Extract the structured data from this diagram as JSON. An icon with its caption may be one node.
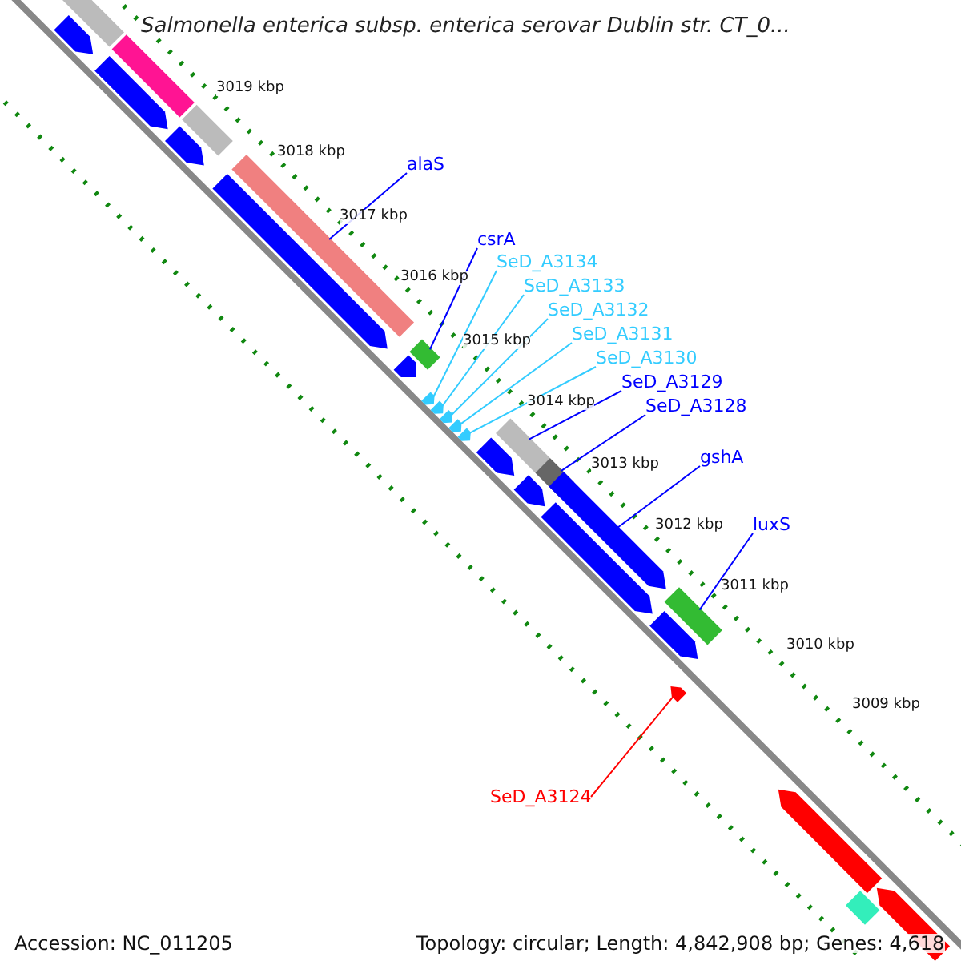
{
  "diagram": {
    "title": "Salmonella enterica subsp. enterica serovar Dublin str. CT_0...",
    "nodes": [
      {
        "text": [
          "alaS"
        ]
      },
      {
        "text": [
          "csrA"
        ]
      },
      {
        "text": [
          "SeD_A3134"
        ]
      },
      {
        "text": [
          "SeD_A3133"
        ]
      },
      {
        "text": [
          "SeD_A3132"
        ]
      },
      {
        "text": [
          "SeD_A3131"
        ]
      },
      {
        "text": [
          "SeD_A3130"
        ]
      },
      {
        "text": [
          "SeD_A3129"
        ]
      },
      {
        "text": [
          "SeD_A3128"
        ]
      },
      {
        "text": [
          "gshA"
        ]
      },
      {
        "text": [
          "luxS"
        ]
      },
      {
        "text": [
          "SeD_A3124"
        ]
      },
      {
        "text": [],
        "shape": "bar"
      },
      {
        "text": [],
        "shape": "bar"
      },
      {
        "text": [],
        "shape": "bar"
      },
      {
        "text": [],
        "shape": "bar"
      },
      {
        "text": [],
        "shape": "bar"
      },
      {
        "text": [],
        "shape": "bar"
      },
      {
        "text": [],
        "shape": "bar"
      },
      {
        "text": [],
        "shape": "bar"
      },
      {
        "text": [],
        "shape": "bar"
      },
      {
        "text": [],
        "shape": "bar"
      },
      {
        "text": [],
        "shape": "bar"
      },
      {
        "text": [],
        "shape": "bar"
      },
      {
        "text": [],
        "shape": "bar"
      },
      {
        "text": [],
        "shape": "bar"
      },
      {
        "text": [],
        "shape": "bar"
      },
      {
        "text": [],
        "shape": "bar"
      },
      {
        "text": [],
        "shape": "bar"
      },
      {
        "text": [],
        "shape": "bar"
      },
      {
        "text": [],
        "shape": "bar"
      },
      {
        "text": [],
        "shape": "bar"
      },
      {
        "text": [],
        "shape": "bar"
      },
      {
        "text": [],
        "shape": "bar"
      },
      {
        "text": [],
        "shape": "bar"
      },
      {
        "text": [],
        "shape": "bar"
      },
      {
        "text": [],
        "shape": "bar"
      },
      {
        "text": [],
        "shape": "bar"
      },
      {
        "text": [],
        "shape": "bar"
      }
    ],
    "edges": [
      {
        "from": 0,
        "to": 12,
        "arrow": "none"
      },
      {
        "from": 1,
        "to": 13,
        "arrow": "none"
      },
      {
        "from": 2,
        "to": 14,
        "arrow": "none",
        "color": "#33ccff"
      },
      {
        "from": 3,
        "to": 15,
        "arrow": "none",
        "color": "#33ccff"
      },
      {
        "from": 4,
        "to": 16,
        "arrow": "none",
        "color": "#33ccff"
      },
      {
        "from": 5,
        "to": 17,
        "arrow": "none",
        "color": "#33ccff"
      },
      {
        "from": 6,
        "to": 18,
        "arrow": "none",
        "color": "#33ccff"
      },
      {
        "from": 7,
        "to": 19,
        "arrow": "none"
      },
      {
        "from": 8,
        "to": 20,
        "arrow": "none"
      },
      {
        "from": 9,
        "to": 21,
        "arrow": "none"
      },
      {
        "from": 10,
        "to": 22,
        "arrow": "none"
      },
      {
        "from": 11,
        "to": 23,
        "arrow": "none",
        "color": "#ff0000"
      }
    ],
    "labels": [
      "3019 kbp",
      "3018 kbp",
      "3017 kbp",
      "3016 kbp",
      "3015 kbp",
      "3014 kbp",
      "3013 kbp",
      "3012 kbp",
      "3011 kbp",
      "3010 kbp",
      "3009 kbp",
      "Accession: NC_011205",
      "Topology: circular; Length: 4,842,908 bp; Genes: 4,618"
    ]
  }
}
